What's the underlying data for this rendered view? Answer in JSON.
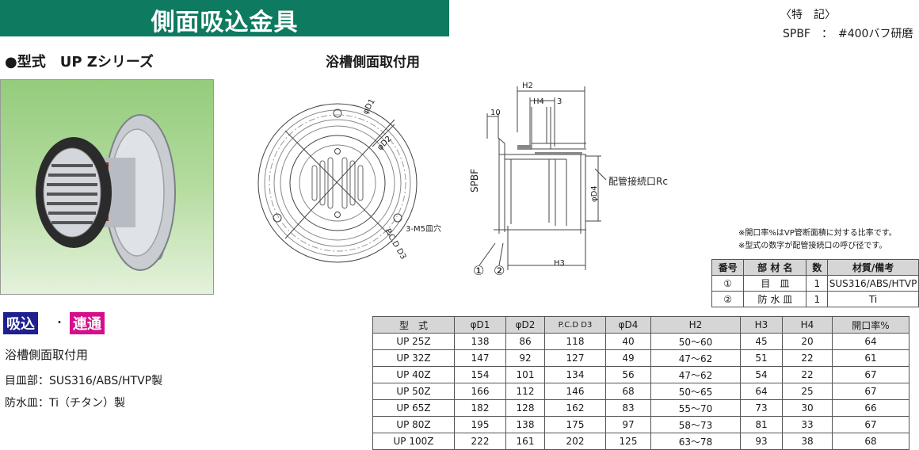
{
  "header": {
    "title": "側面吸込金具"
  },
  "spec": {
    "label": "〈特　記〉",
    "value": "SPBF　：　#400バフ研磨"
  },
  "model": "●型式　UP  Zシリーズ",
  "install_title": "浴槽側面取付用",
  "badges": {
    "suction": "吸込",
    "separator": "・",
    "connect": "連通"
  },
  "description": {
    "usage": "浴槽側面取付用",
    "plate": "目皿部：SUS316/ABS/HTVP製",
    "waterproof": "防水皿：Ti（チタン）製"
  },
  "drawing_labels": {
    "d1": "φD1",
    "d2": "φD2",
    "m5": "3-M5皿穴",
    "pcd": "P.C.D D3",
    "h2": "H2",
    "h4": "H4",
    "three": "3",
    "ten": "10",
    "spbf": "SPBF",
    "rc": "配管接続口Rc",
    "d4": "φD4",
    "h3": "H3",
    "c1": "①",
    "c2": "②"
  },
  "notes": [
    "※開口率%はVP管断面積に対する比率です。",
    "※型式の数字が配管接続口の呼び径です。"
  ],
  "parts_table": {
    "headers": [
      "番号",
      "部 材 名",
      "数",
      "材質/備考"
    ],
    "rows": [
      [
        "①",
        "目　皿",
        "1",
        "SUS316/ABS/HTVP"
      ],
      [
        "②",
        "防 水 皿",
        "1",
        "Ti"
      ]
    ]
  },
  "dims_table": {
    "headers": [
      "型　式",
      "φD1",
      "φD2",
      "P.C.D D3",
      "φD4",
      "H2",
      "H3",
      "H4",
      "開口率%"
    ],
    "rows": [
      [
        "UP 25Z",
        "138",
        "86",
        "118",
        "40",
        "50〜60",
        "45",
        "20",
        "64"
      ],
      [
        "UP 32Z",
        "147",
        "92",
        "127",
        "49",
        "47〜62",
        "51",
        "22",
        "61"
      ],
      [
        "UP 40Z",
        "154",
        "101",
        "134",
        "56",
        "47〜62",
        "54",
        "22",
        "67"
      ],
      [
        "UP 50Z",
        "166",
        "112",
        "146",
        "68",
        "50〜65",
        "64",
        "25",
        "67"
      ],
      [
        "UP 65Z",
        "182",
        "128",
        "162",
        "83",
        "55〜70",
        "73",
        "30",
        "66"
      ],
      [
        "UP 80Z",
        "195",
        "138",
        "175",
        "97",
        "58〜73",
        "81",
        "33",
        "67"
      ],
      [
        "UP 100Z",
        "222",
        "161",
        "202",
        "125",
        "63〜78",
        "93",
        "38",
        "68"
      ]
    ]
  }
}
